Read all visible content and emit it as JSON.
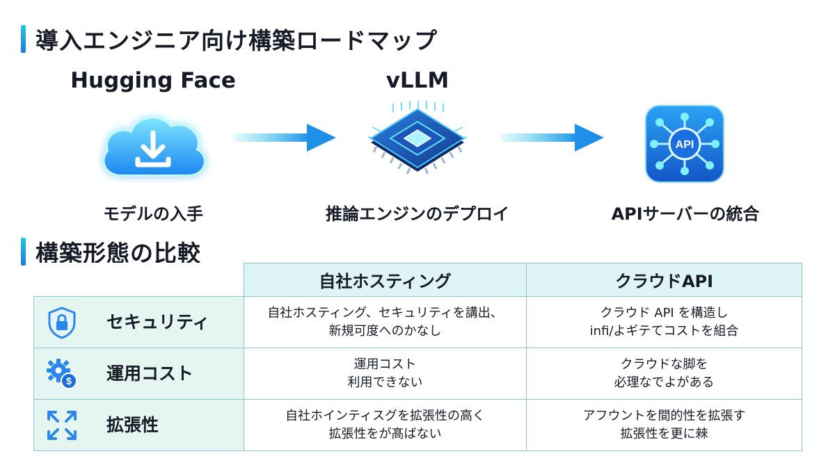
{
  "roadmap": {
    "title": "導入エンジニア向け構築ロードマップ",
    "steps": [
      {
        "tool": "Hugging Face",
        "caption": "モデルの入手",
        "icon": "cloud-download-icon"
      },
      {
        "tool": "vLLM",
        "caption": "推論エンジンのデプロイ",
        "icon": "chip-icon"
      },
      {
        "tool": "",
        "caption": "APIサーバーの統合",
        "icon": "api-hub-icon",
        "icon_label": "API"
      }
    ]
  },
  "comparison": {
    "title": "構築形態の比較",
    "columns": [
      "自社ホスティング",
      "クラウドAPI"
    ],
    "rows": [
      {
        "label": "セキュリティ",
        "icon": "shield-lock-icon",
        "self_hosting": [
          "自社ホスティング、セキュリティを講出、",
          "新規可度へのかなし"
        ],
        "cloud_api": [
          "クラウド API を構造し",
          "infi/よギテてコストを組合"
        ]
      },
      {
        "label": "運用コスト",
        "icon": "gear-cost-icon",
        "self_hosting": [
          "運用コスト",
          "利用できない"
        ],
        "cloud_api": [
          "クラウドな脚を",
          "必理なでよがある"
        ]
      },
      {
        "label": "拡張性",
        "icon": "expand-icon",
        "self_hosting": [
          "自社ホインティスグを拡張性の高く",
          "拡張性をが髙ばない"
        ],
        "cloud_api": [
          "アフウントを間的性を拡張す",
          "拡張性を更に㯤"
        ]
      }
    ]
  },
  "colors": {
    "accent_cyan": "#1ecbe1",
    "accent_blue": "#1e7be0",
    "header_bg": "#dff4f7",
    "rowhead_bg": "#e5f6f0",
    "border": "#8fc3d3"
  }
}
